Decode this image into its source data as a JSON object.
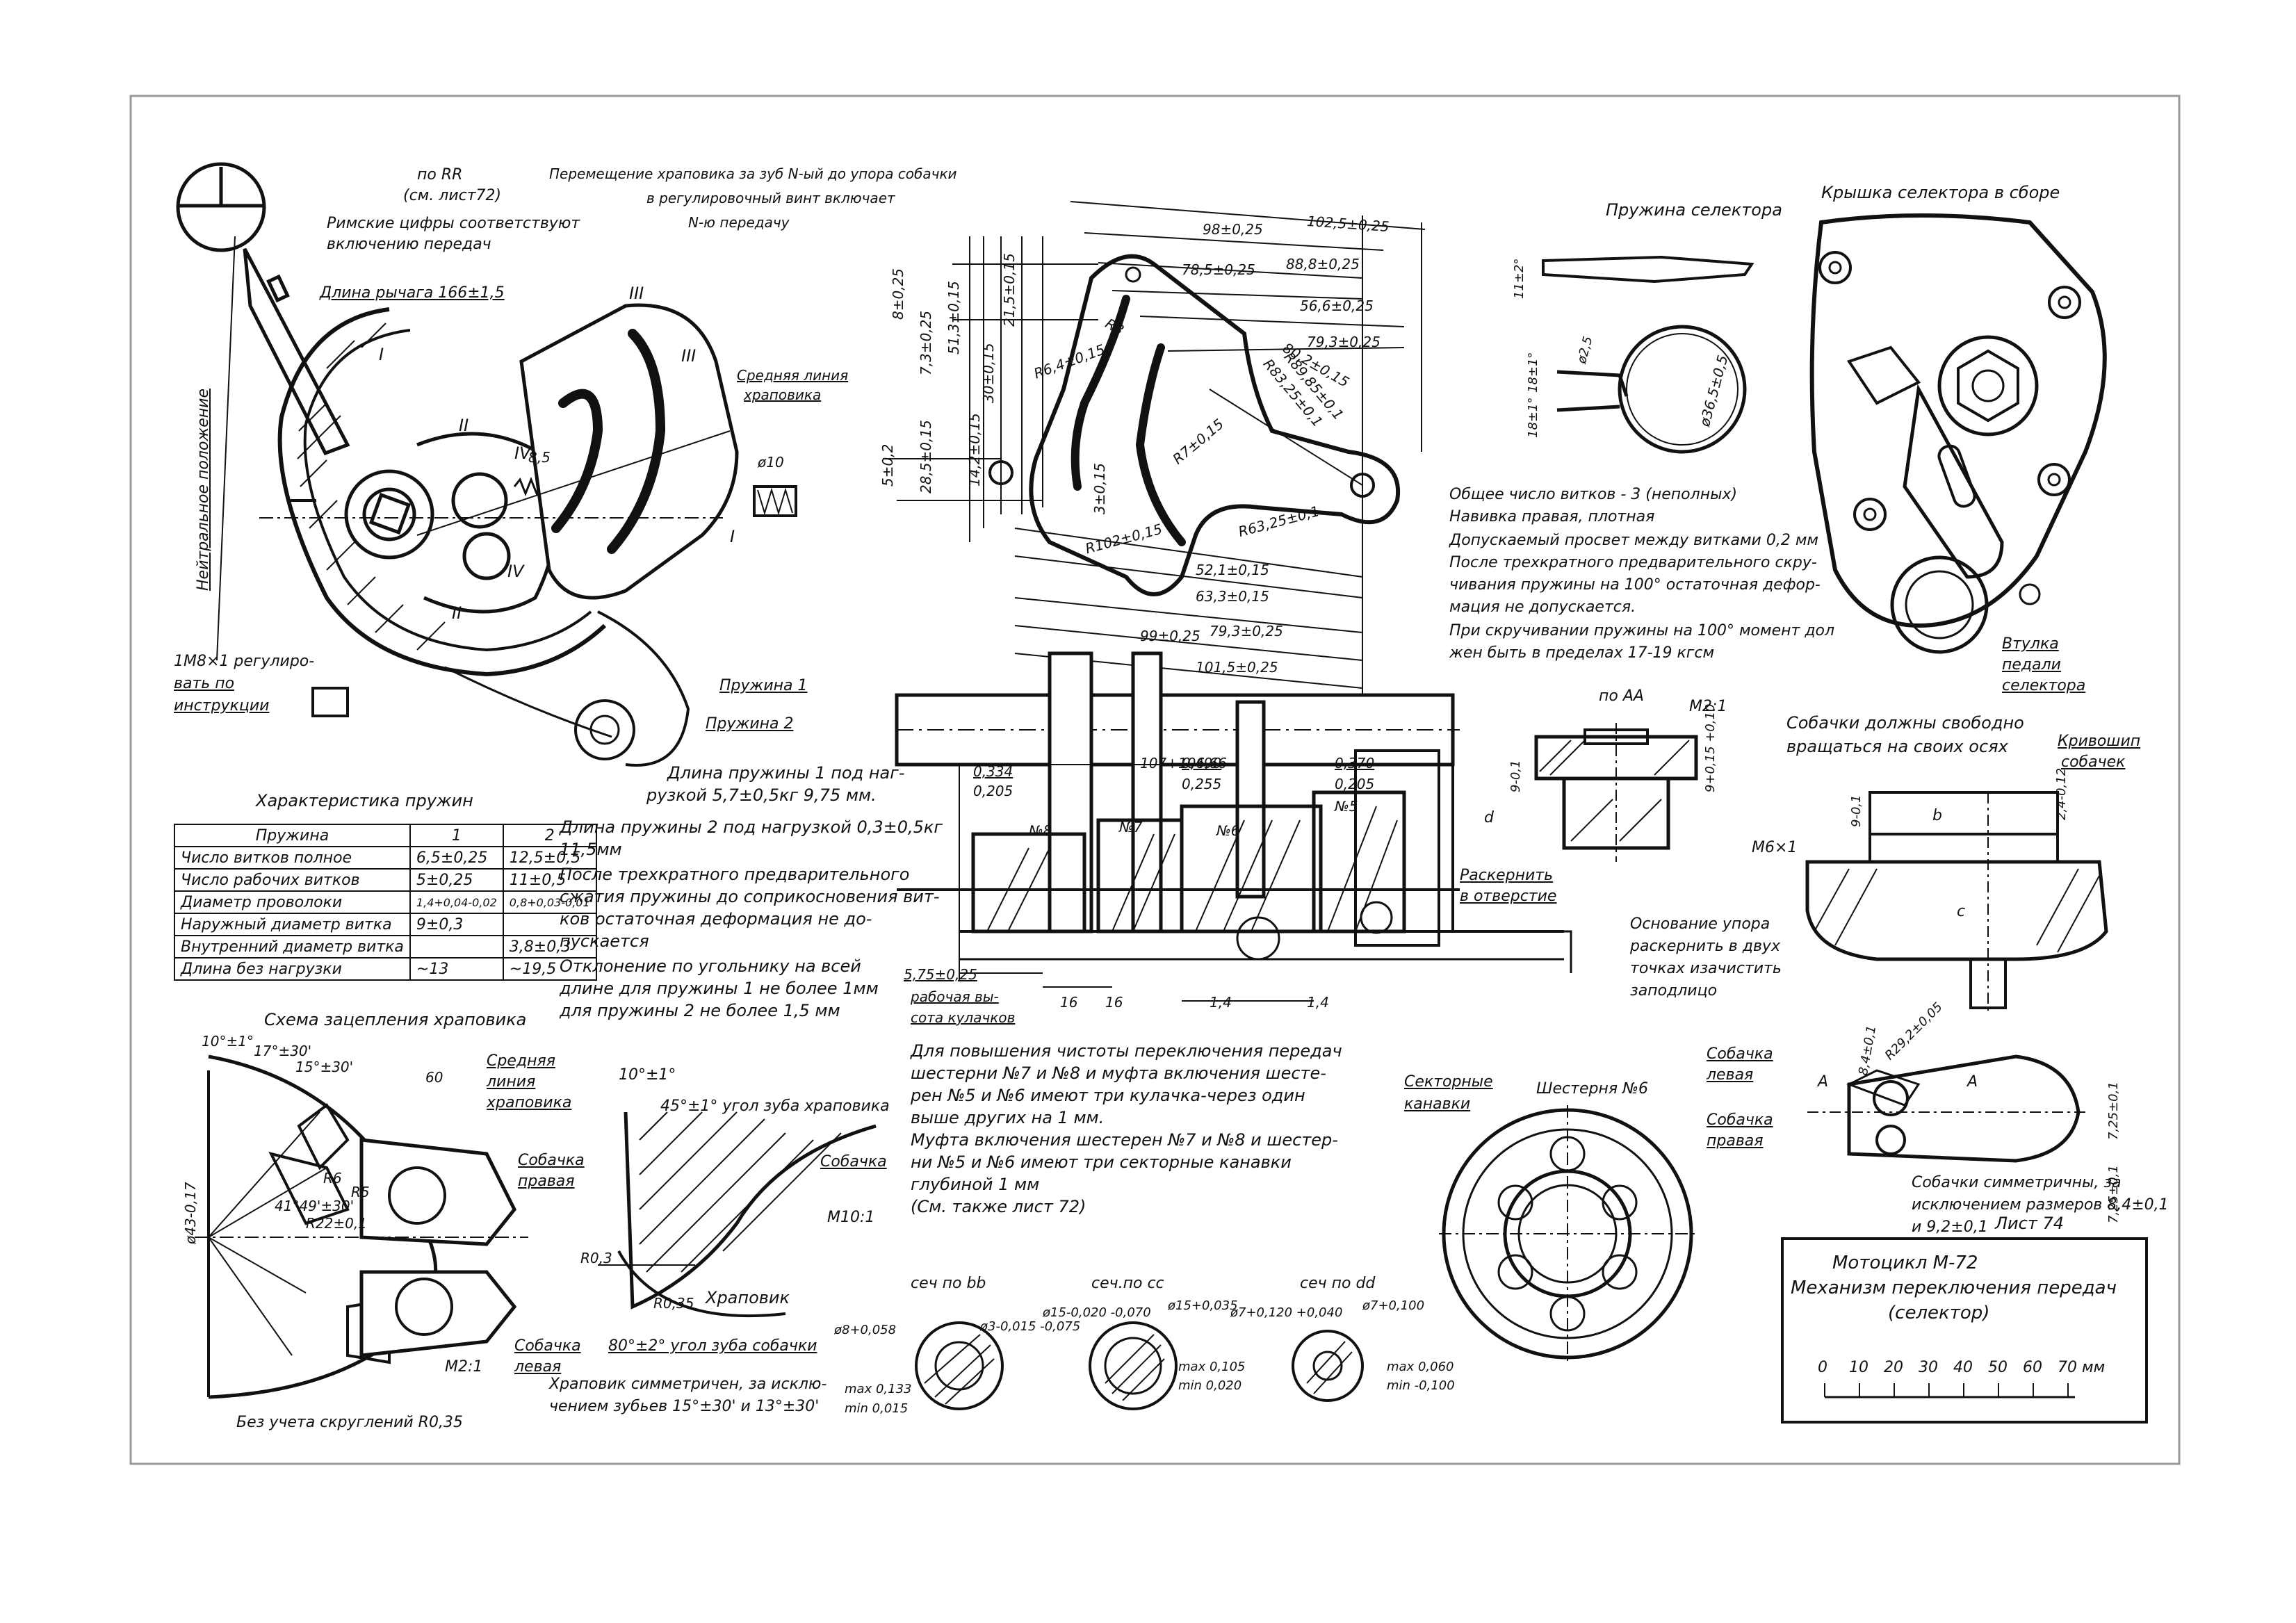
{
  "sheet": {
    "sheet_number": "Лист 74"
  },
  "title_block": {
    "line1": "Мотоцикл М-72",
    "line2": "Механизм переключения передач",
    "line3": "(селектор)",
    "scale_ticks": [
      "0",
      "10",
      "20",
      "30",
      "40",
      "50",
      "60",
      "70 мм"
    ]
  },
  "top_left": {
    "po_rr": "по RR",
    "see_sheet": "(см. лист72)",
    "roman_note_1": "Римские цифры соответствуют",
    "roman_note_2": "включению передач",
    "move_note_1": "Перемещение храповика за зуб N-ый до упора собачки",
    "move_note_2": "в регулировочный винт включает",
    "move_note_3": "N-ю передачу",
    "lever_length": "Длина рычага 166±1,5",
    "neutral": "Нейтральное положение",
    "mid_line_1": "Средняя линия",
    "mid_line_2": "храповика",
    "dim_phi10": "ø10",
    "dim_85": "8,5",
    "adjust_1": "1М8×1 регулиро-",
    "adjust_2": "вать по",
    "adjust_3": "инструкции",
    "spring1": "Пружина 1",
    "spring2": "Пружина 2",
    "romans": [
      "I",
      "II",
      "III",
      "IV",
      "IV",
      "II",
      "III",
      "I"
    ]
  },
  "spring_notes": {
    "len1_a": "Длина пружины 1 под наг-",
    "len1_b": "рузкой 5,7±0,5кг 9,75 мм.",
    "len2_a": "Длина пружины 2 под нагрузкой 0,3±0,5кг",
    "len2_b": "11,5мм",
    "after_1": "После трехкратного предварительного",
    "after_2": "сжатия пружины до соприкосновения вит-",
    "after_3": "ков остаточная деформация не до-",
    "after_4": "пускается",
    "dev_1": "Отклонение по угольнику на всей",
    "dev_2": "длине для пружины 1 не более 1мм",
    "dev_3": "для пружины 2 не более 1,5 мм"
  },
  "spring_table": {
    "caption": "Характеристика пружин",
    "headers": [
      "Пружина",
      "1",
      "2"
    ],
    "rows": [
      [
        "Число витков полное",
        "6,5±0,25",
        "12,5±0,5"
      ],
      [
        "Число рабочих витков",
        "5±0,25",
        "11±0,5"
      ],
      [
        "Диаметр проволоки",
        "1,4+0,04-0,02",
        "0,8+0,03-0,01"
      ],
      [
        "Наружный диаметр витка",
        "9±0,3",
        ""
      ],
      [
        "Внутренний диаметр витка",
        "",
        "3,8±0,3"
      ],
      [
        "Длина без нагрузки",
        "~13",
        "~19,5"
      ]
    ]
  },
  "ratchet_scheme": {
    "caption": "Схема зацепления храповика",
    "angle1": "10°±1°",
    "angle2": "17°±30'",
    "angle3": "15°±30'",
    "angle4": "60",
    "mid_line_a": "Средняя",
    "mid_line_b": "линия",
    "mid_line_c": "храповика",
    "pawl_right_a": "Собачка",
    "pawl_right_b": "правая",
    "pawl_left_a": "Собачка",
    "pawl_left_b": "левая",
    "scale": "М2:1",
    "r22": "R22±0,1",
    "r6": "R6",
    "r5": "R5",
    "d43": "ø43-0,17",
    "angle5": "41°49'±30'",
    "no_round": "Без учета скруглений R0,35",
    "sym_1": "Храповик симметричен, за исклю-",
    "sym_2": "чением зубьев 15°±30' и 13°±30'"
  },
  "tooth_detail": {
    "angle_top": "10°±1°",
    "angle_ratchet": "45°±1° угол зуба храповика",
    "pawl": "Собачка",
    "scale": "М10:1",
    "r03": "R0,3",
    "r035": "R0,35",
    "ratchet": "Храповик",
    "angle_pawl": "80°±2° угол зуба собачки"
  },
  "lever_profile": {
    "dims": [
      "102,5±0,25",
      "98±0,25",
      "88,8±0,25",
      "78,5±0,25",
      "56,6±0,25",
      "79,3±0,25",
      "80,2±0,15",
      "R89,85±0,1",
      "R83,25±0,1",
      "R63,25±0,1",
      "52,1±0,15",
      "63,3±0,15",
      "79,3±0,25",
      "99±0,25",
      "101,5±0,25",
      "8±0,25",
      "7,3±0,25",
      "51,3±0,15",
      "30±0,15",
      "21,5±0,15",
      "14,2±0,15",
      "28,5±0,15",
      "5±0,2",
      "R6,4±0,15",
      "R7±0,15",
      "R102±0,15",
      "3±0,15",
      "R3"
    ]
  },
  "shaft_section": {
    "dim_107": "107+106,66",
    "dim_0334": "0,334",
    "dim_0205": "0,205",
    "dim_0490": "0,490",
    "dim_0255": "0,255",
    "dim_0370": "0,370",
    "dim_0205b": "0,205",
    "n8": "№8",
    "n7": "№7",
    "n6": "№6",
    "n5": "№5",
    "work_a": "5,75±0,25",
    "work_b": "рабочая вы-",
    "work_c": "сота кулачков",
    "d16": "16",
    "d16b": "16",
    "d14": "1,4",
    "d14b": "1,4"
  },
  "gear_notes": {
    "l1": "Для повышения чистоты переключения передач",
    "l2": "шестерни №7 и №8 и муфта включения шесте-",
    "l3": "рен №5 и №6 имеют три кулачка-через один",
    "l4": "выше других на 1 мм.",
    "l5": "Муфта включения шестерен №7 и №8 и шестер-",
    "l6": "ни №5 и №6 имеют три секторные канавки",
    "l7": "глубиной 1 мм",
    "l8": "(См. также лист 72)"
  },
  "sections": {
    "bb": "сеч по bb",
    "bb_d1": "ø8+0,058",
    "bb_d2": "ø3-0,015 -0,075",
    "bb_max": "max 0,133",
    "bb_min": "min 0,015",
    "cc": "сеч.по cc",
    "cc_d1": "ø15-0,020 -0,070",
    "cc_d2": "ø15+0,035",
    "cc_max": "max 0,105",
    "cc_min": "min 0,020",
    "dd": "сеч по dd",
    "dd_d1": "ø7+0,120 +0,040",
    "dd_d2": "ø7+0,100",
    "dd_max": "max 0,060",
    "dd_min": "min -0,100"
  },
  "selector_spring": {
    "title": "Пружина селектора",
    "a1": "11±2°",
    "d25": "ø2,5",
    "a2": "18±1°",
    "a3": "18±1°",
    "d365": "ø36,5±0,5",
    "n1": "Общее число витков - 3 (неполных)",
    "n2": "Навивка правая, плотная",
    "n3": "Допускаемый просвет между витками 0,2 мм",
    "n4": "После трехкратного предварительного скру-",
    "n5": "чивания пружины на 100° остаточная дефор-",
    "n6": "мация не допускается.",
    "n7": "При скручивании пружины на 100° момент дол",
    "n8": "жен быть в пределах 17-19 кгсм"
  },
  "cover": {
    "title": "Крышка селектора в сборе",
    "bushing_1": "Втулка",
    "bushing_2": "педали",
    "bushing_3": "селектора"
  },
  "section_aa": {
    "title": "по АА",
    "scale": "М2:1",
    "dim_a": "9-0,1",
    "dim_b": "9+0,15 +0,10",
    "d": "d",
    "ream_1": "Раскернить",
    "ream_2": "в отверстие"
  },
  "crank": {
    "free_1": "Собачки должны свободно",
    "free_2": "вращаться на своих осях",
    "crank_1": "Кривошип",
    "crank_2": "собачек",
    "m6": "М6×1",
    "b": "b",
    "c": "c",
    "d901": "9-0,1",
    "d24": "2,4-0,12",
    "base_1": "Основание упора",
    "base_2": "раскернить в двух",
    "base_3": "точках изачистить",
    "base_4": "заподлицо"
  },
  "pawls": {
    "left_1": "Собачка",
    "left_2": "левая",
    "right_1": "Собачка",
    "right_2": "правая",
    "a": "A",
    "r29": "R29,2±0,05",
    "d84": "8,4±0,1",
    "d725a": "7,25±0,1",
    "d725b": "7,25±0,1",
    "sym_1": "Собачки симметричны, за",
    "sym_2": "исключением размеров 8,4±0,1",
    "sym_3": "и 9,2±0,1"
  },
  "gear6": {
    "sector": "Секторные",
    "sector2": "канавки",
    "gear": "Шестерня №6"
  }
}
